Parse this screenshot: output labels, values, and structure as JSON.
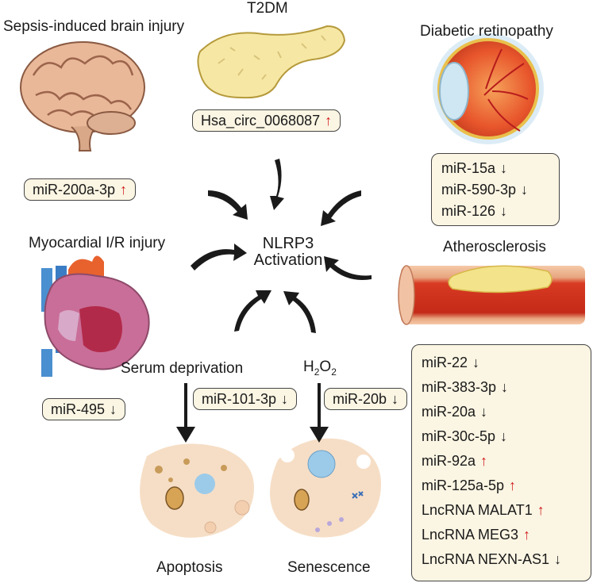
{
  "center": {
    "line1": "NLRP3",
    "line2": "Activation"
  },
  "conditions": {
    "sepsis": {
      "title": "Sepsis-induced brain injury",
      "marker": "miR-200a-3p",
      "dir": "up"
    },
    "t2dm": {
      "title": "T2DM",
      "marker": "Hsa_circ_0068087",
      "dir": "up"
    },
    "retinopathy": {
      "title": "Diabetic retinopathy",
      "markers": [
        {
          "label": "miR-15a",
          "dir": "down"
        },
        {
          "label": "miR-590-3p",
          "dir": "down"
        },
        {
          "label": "miR-126",
          "dir": "down"
        }
      ]
    },
    "myocardial": {
      "title": "Myocardial I/R injury",
      "marker": "miR-495",
      "dir": "down"
    },
    "atherosclerosis": {
      "title": "Atherosclerosis",
      "markers": [
        {
          "label": "miR-22",
          "dir": "down"
        },
        {
          "label": "miR-383-3p",
          "dir": "down"
        },
        {
          "label": "miR-20a",
          "dir": "down"
        },
        {
          "label": "miR-30c-5p",
          "dir": "down"
        },
        {
          "label": "miR-92a",
          "dir": "up"
        },
        {
          "label": "miR-125a-5p",
          "dir": "up"
        },
        {
          "label": "LncRNA MALAT1",
          "dir": "up"
        },
        {
          "label": "LncRNA MEG3",
          "dir": "up"
        },
        {
          "label": "LncRNA NEXN-AS1",
          "dir": "down"
        }
      ]
    }
  },
  "stimuli": {
    "serum": {
      "label": "Serum deprivation",
      "marker": "miR-101-3p",
      "dir": "down",
      "outcome": "Apoptosis"
    },
    "h2o2": {
      "label_main": "H",
      "label_sub1": "2",
      "label_mid": "O",
      "label_sub2": "2",
      "marker": "miR-20b",
      "dir": "down",
      "outcome": "Senescence"
    }
  },
  "arrow_glyphs": {
    "up": "↑",
    "down": "↓"
  },
  "colors": {
    "up_arrow": "#d11c1c",
    "down_arrow": "#1a1a1a",
    "box_fill": "#fbf5e3"
  }
}
